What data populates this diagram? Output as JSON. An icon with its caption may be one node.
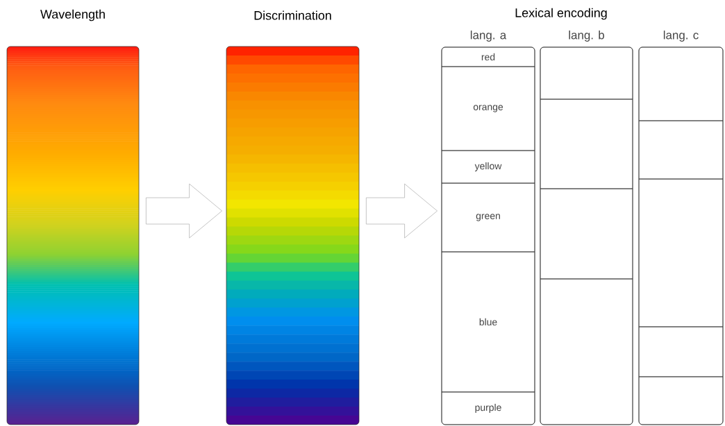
{
  "diagram": {
    "nodes": [
      {
        "text": [
          "Wavelength"
        ]
      },
      {
        "text": [
          "Discrimination"
        ]
      },
      {
        "text": [
          "lang. a"
        ]
      },
      {
        "text": [
          "red"
        ],
        "in": 2
      },
      {
        "text": [
          "orange"
        ],
        "in": 2
      },
      {
        "text": [
          "yellow"
        ],
        "in": 2
      },
      {
        "text": [
          "green"
        ],
        "in": 2
      },
      {
        "text": [
          "blue"
        ],
        "in": 2
      },
      {
        "text": [
          "purple"
        ],
        "in": 2
      },
      {
        "text": [
          "lang. b"
        ]
      },
      {
        "text": [],
        "shape": "box",
        "in": 9
      },
      {
        "text": [],
        "shape": "box",
        "in": 9
      },
      {
        "text": [],
        "shape": "box",
        "in": 9
      },
      {
        "text": [],
        "shape": "box",
        "in": 9
      },
      {
        "text": [
          "lang. c"
        ]
      },
      {
        "text": [],
        "shape": "box",
        "in": 14
      },
      {
        "text": [],
        "shape": "box",
        "in": 14
      },
      {
        "text": [],
        "shape": "box",
        "in": 14
      },
      {
        "text": [],
        "shape": "box",
        "in": 14
      },
      {
        "text": [],
        "shape": "box",
        "in": 14
      }
    ],
    "edges": [
      {
        "from": 0,
        "to": 1,
        "arrow": "to"
      },
      {
        "from": 1,
        "to": 2,
        "arrow": "to"
      }
    ],
    "labels": [
      "Lexical encoding"
    ]
  }
}
